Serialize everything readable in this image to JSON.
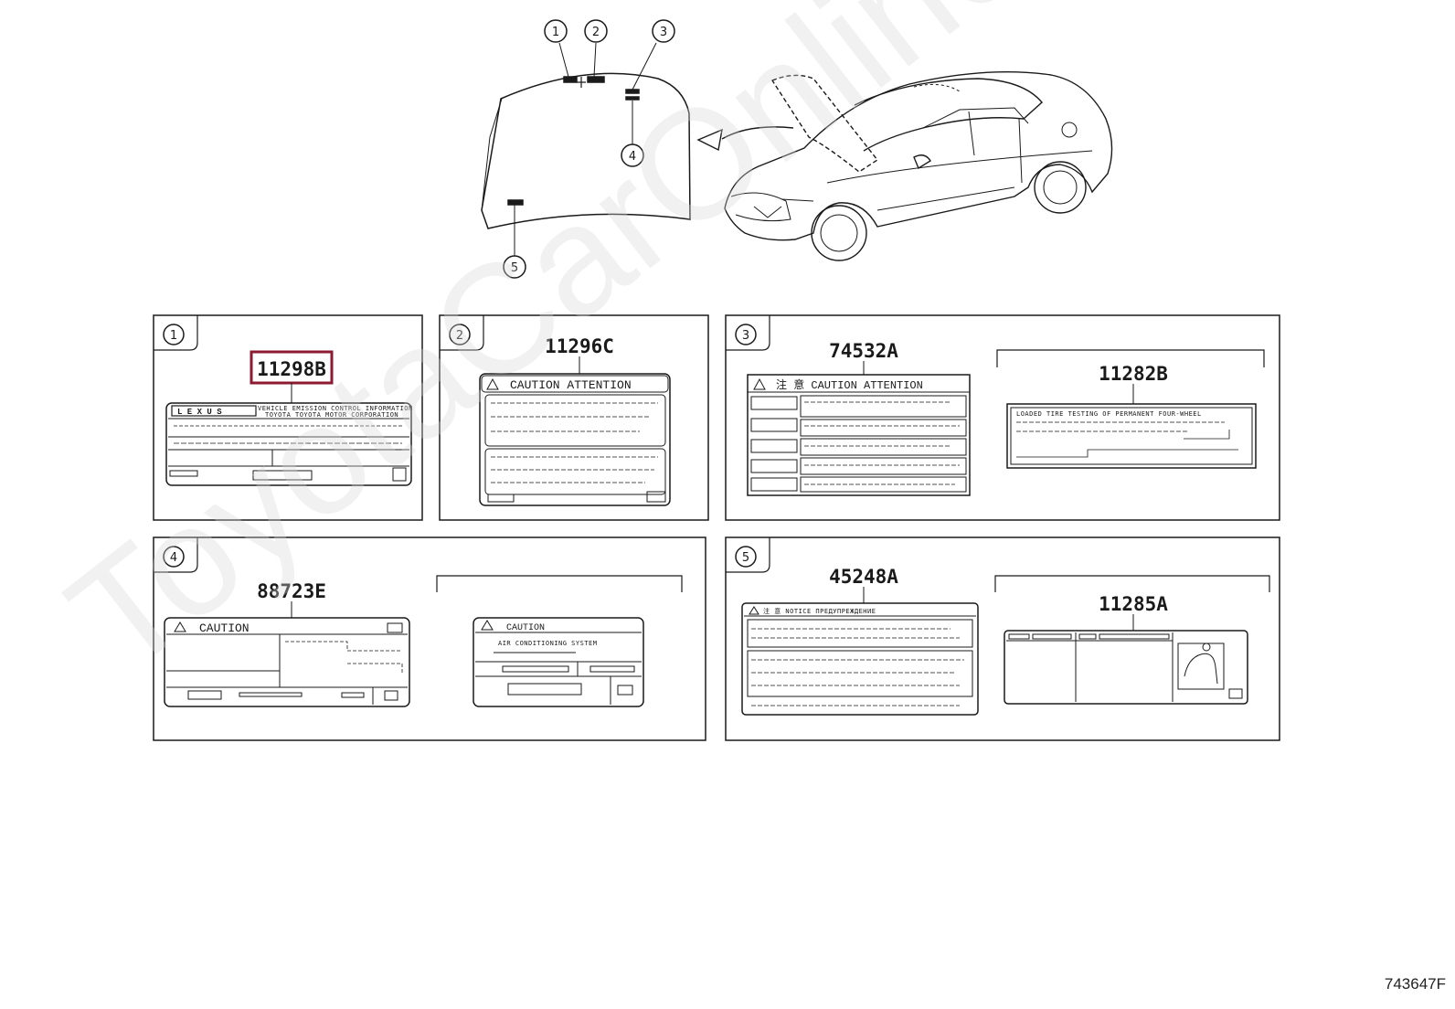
{
  "diagram": {
    "ref_code": "743647F",
    "watermark": "ToyotaCarOnline.ru",
    "callouts": [
      "1",
      "2",
      "3",
      "4",
      "5"
    ],
    "panels": [
      {
        "num": "1",
        "parts": [
          {
            "number": "11298B",
            "highlighted": true,
            "label_lines": [
              "VEHICLE EMISSION CONTROL INFORMATION",
              "TOYOTA  TOYOTA MOTOR CORPORATION"
            ]
          }
        ]
      },
      {
        "num": "2",
        "parts": [
          {
            "number": "11296C",
            "header": "CAUTION   ATTENTION"
          }
        ]
      },
      {
        "num": "3",
        "parts": [
          {
            "number": "74532A",
            "header": "注 意   CAUTION ATTENTION"
          },
          {
            "number": "11282B",
            "header": "LOADED TIRE TESTING OF PERMANENT FOUR-WHEEL"
          }
        ]
      },
      {
        "num": "4",
        "parts": [
          {
            "number": "88723E",
            "header": "CAUTION"
          },
          {
            "header": "CAUTION",
            "subheader": "AIR CONDITIONING SYSTEM"
          }
        ]
      },
      {
        "num": "5",
        "parts": [
          {
            "number": "45248A",
            "header": "注 意   NOTICE   ПРЕДУПРЕЖДЕНИЕ"
          },
          {
            "number": "11285A"
          }
        ]
      }
    ],
    "colors": {
      "line": "#1a1a1a",
      "highlight": "#8b1a32",
      "watermark": "#d8d8d8"
    }
  }
}
